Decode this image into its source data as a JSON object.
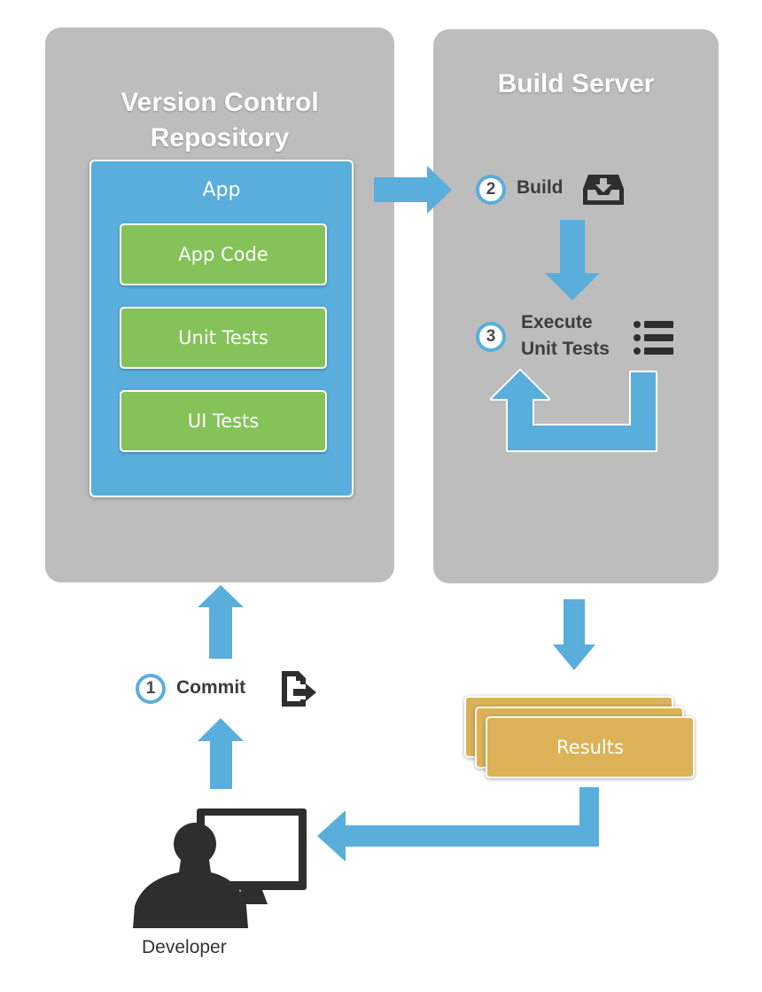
{
  "repository": {
    "title_line1": "Version Control",
    "title_line2": "Repository",
    "app": {
      "label": "App",
      "items": [
        "App Code",
        "Unit Tests",
        "UI Tests"
      ]
    }
  },
  "build_server": {
    "title": "Build Server",
    "steps": [
      {
        "number": "2",
        "label": "Build",
        "icon": "inbox-download-icon"
      },
      {
        "number": "3",
        "label_line1": "Execute",
        "label_line2": "Unit Tests",
        "icon": "list-icon"
      }
    ]
  },
  "commit_step": {
    "number": "1",
    "label": "Commit",
    "icon": "file-export-icon"
  },
  "results": {
    "label": "Results"
  },
  "developer": {
    "label": "Developer",
    "icon": "developer-computer-icon"
  },
  "colors": {
    "panel": "#bdbdbd",
    "arrow": "#59aedb",
    "app_box": "#59aedb",
    "item_box": "#85c25a",
    "results_box": "#dbb257",
    "icon_dark": "#2e2e2e"
  }
}
